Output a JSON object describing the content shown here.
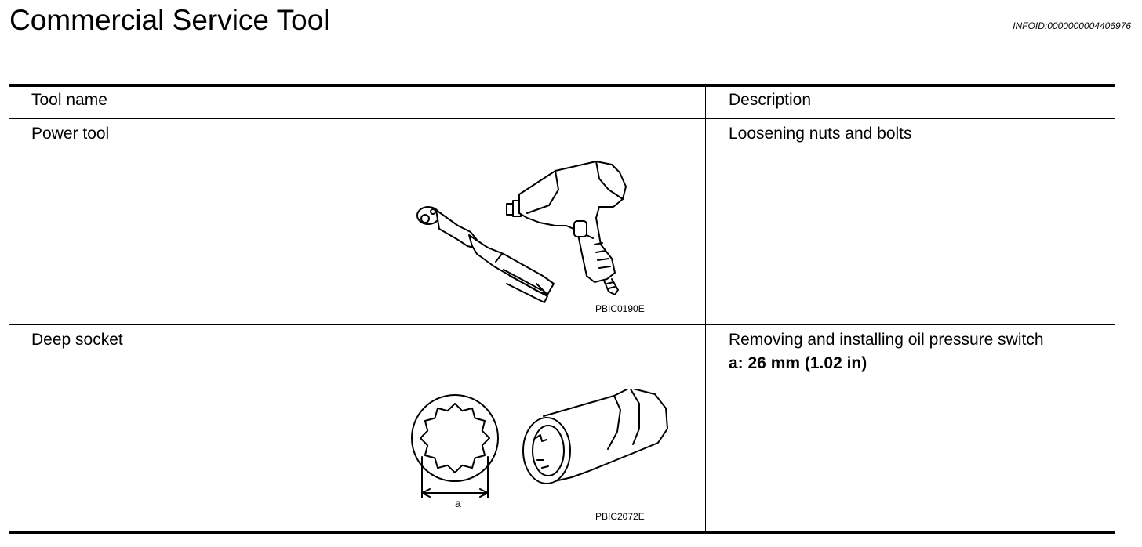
{
  "page": {
    "title": "Commercial Service Tool",
    "info_id": "INFOID:0000000004406976"
  },
  "table": {
    "headers": {
      "tool_name": "Tool name",
      "description": "Description"
    },
    "rows": [
      {
        "tool_name": "Power tool",
        "description": "Loosening nuts and bolts",
        "figure_code": "PBIC0190E",
        "figure_icon": "power-tool-illustration"
      },
      {
        "tool_name": "Deep socket",
        "description": "Removing and installing oil pressure switch",
        "description_detail": "a: 26 mm (1.02 in)",
        "figure_code": "PBIC2072E",
        "figure_label": "a",
        "figure_icon": "deep-socket-illustration"
      }
    ]
  }
}
